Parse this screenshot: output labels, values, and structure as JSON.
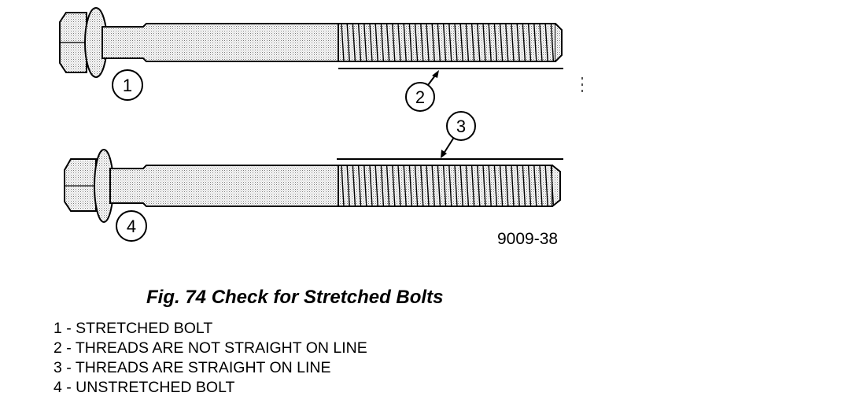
{
  "figure": {
    "callouts": [
      "1",
      "2",
      "3",
      "4"
    ],
    "drawing_code": "9009-38",
    "caption": "Fig. 74 Check for Stretched Bolts",
    "legend": [
      "1 - STRETCHED BOLT",
      "2 - THREADS ARE NOT STRAIGHT ON LINE",
      "3 - THREADS ARE STRAIGHT ON LINE",
      "4 - UNSTRETCHED BOLT"
    ]
  }
}
